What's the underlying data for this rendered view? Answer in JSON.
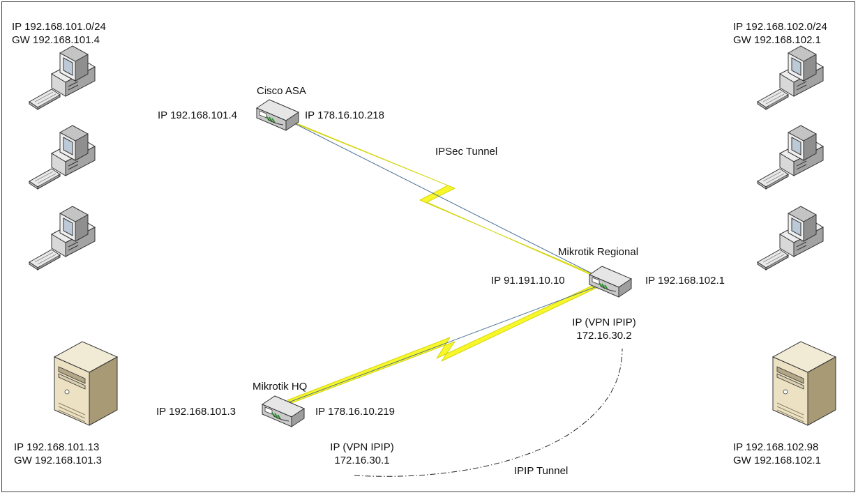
{
  "left_network": {
    "ip": "IP 192.168.101.0/24",
    "gw": "GW 192.168.101.4"
  },
  "right_network": {
    "ip": "IP 192.168.102.0/24",
    "gw": "GW 192.168.102.1"
  },
  "cisco_asa": {
    "name": "Cisco ASA",
    "lan_ip": "IP 192.168.101.4",
    "wan_ip": "IP 178.16.10.218"
  },
  "mikrotik_regional": {
    "name": "Mikrotik Regional",
    "wan_ip": "IP 91.191.10.10",
    "lan_ip": "IP 192.168.102.1",
    "vpn_label": "IP (VPN IPIP)",
    "vpn_ip": "172.16.30.2"
  },
  "mikrotik_hq": {
    "name": "Mikrotik HQ",
    "lan_ip": "IP 192.168.101.3",
    "wan_ip": "IP 178.16.10.219",
    "vpn_label": "IP (VPN IPIP)",
    "vpn_ip": "172.16.30.1"
  },
  "ipsec_tunnel": {
    "label": "IPSec Tunnel"
  },
  "ipip_tunnel": {
    "label": "IPIP Tunnel"
  },
  "left_server": {
    "ip": "IP 192.168.101.13",
    "gw": "GW 192.168.101.3"
  },
  "right_server": {
    "ip": "IP 192.168.102.98",
    "gw": "GW 192.168.102.1"
  },
  "colors": {
    "lightning": "#f7f72a",
    "link": "#4a6f95",
    "frame": "#404040"
  }
}
